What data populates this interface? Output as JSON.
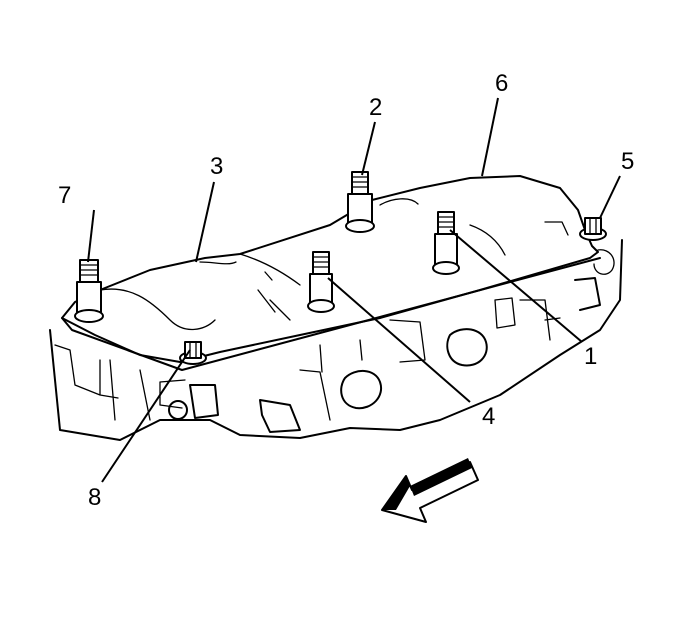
{
  "callouts": [
    {
      "id": "1",
      "text": "1"
    },
    {
      "id": "2",
      "text": "2"
    },
    {
      "id": "3",
      "text": "3"
    },
    {
      "id": "4",
      "text": "4"
    },
    {
      "id": "5",
      "text": "5"
    },
    {
      "id": "6",
      "text": "6"
    },
    {
      "id": "7",
      "text": "7"
    },
    {
      "id": "8",
      "text": "8"
    }
  ],
  "icons": {
    "direction_arrow": "front-direction-arrow-icon"
  }
}
